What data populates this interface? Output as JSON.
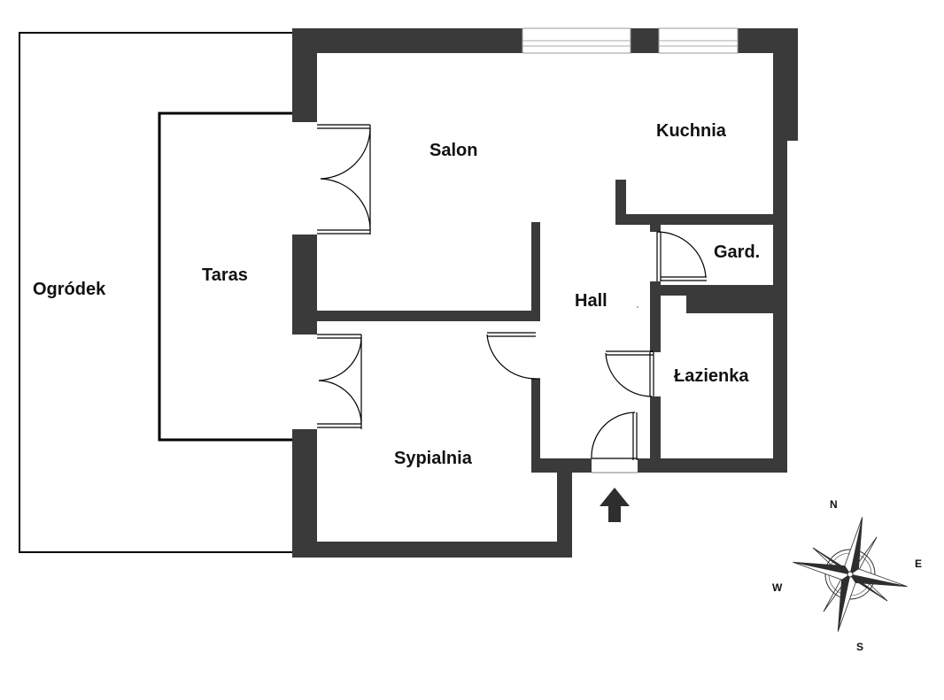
{
  "colors": {
    "wall": "#3a3a3a",
    "line": "#000000",
    "background": "#ffffff",
    "compass_dark": "#2e2e2e"
  },
  "rooms": {
    "ogrodek": "Ogródek",
    "taras": "Taras",
    "salon": "Salon",
    "kuchnia": "Kuchnia",
    "gard": "Gard.",
    "hall": "Hall",
    "lazienka": "Łazienka",
    "sypialnia": "Sypialnia"
  },
  "compass": {
    "north": "N",
    "east": "E",
    "south": "S",
    "west": "W"
  },
  "icons": {
    "entrance": "entrance-arrow-icon",
    "compass": "compass-rose-icon"
  }
}
